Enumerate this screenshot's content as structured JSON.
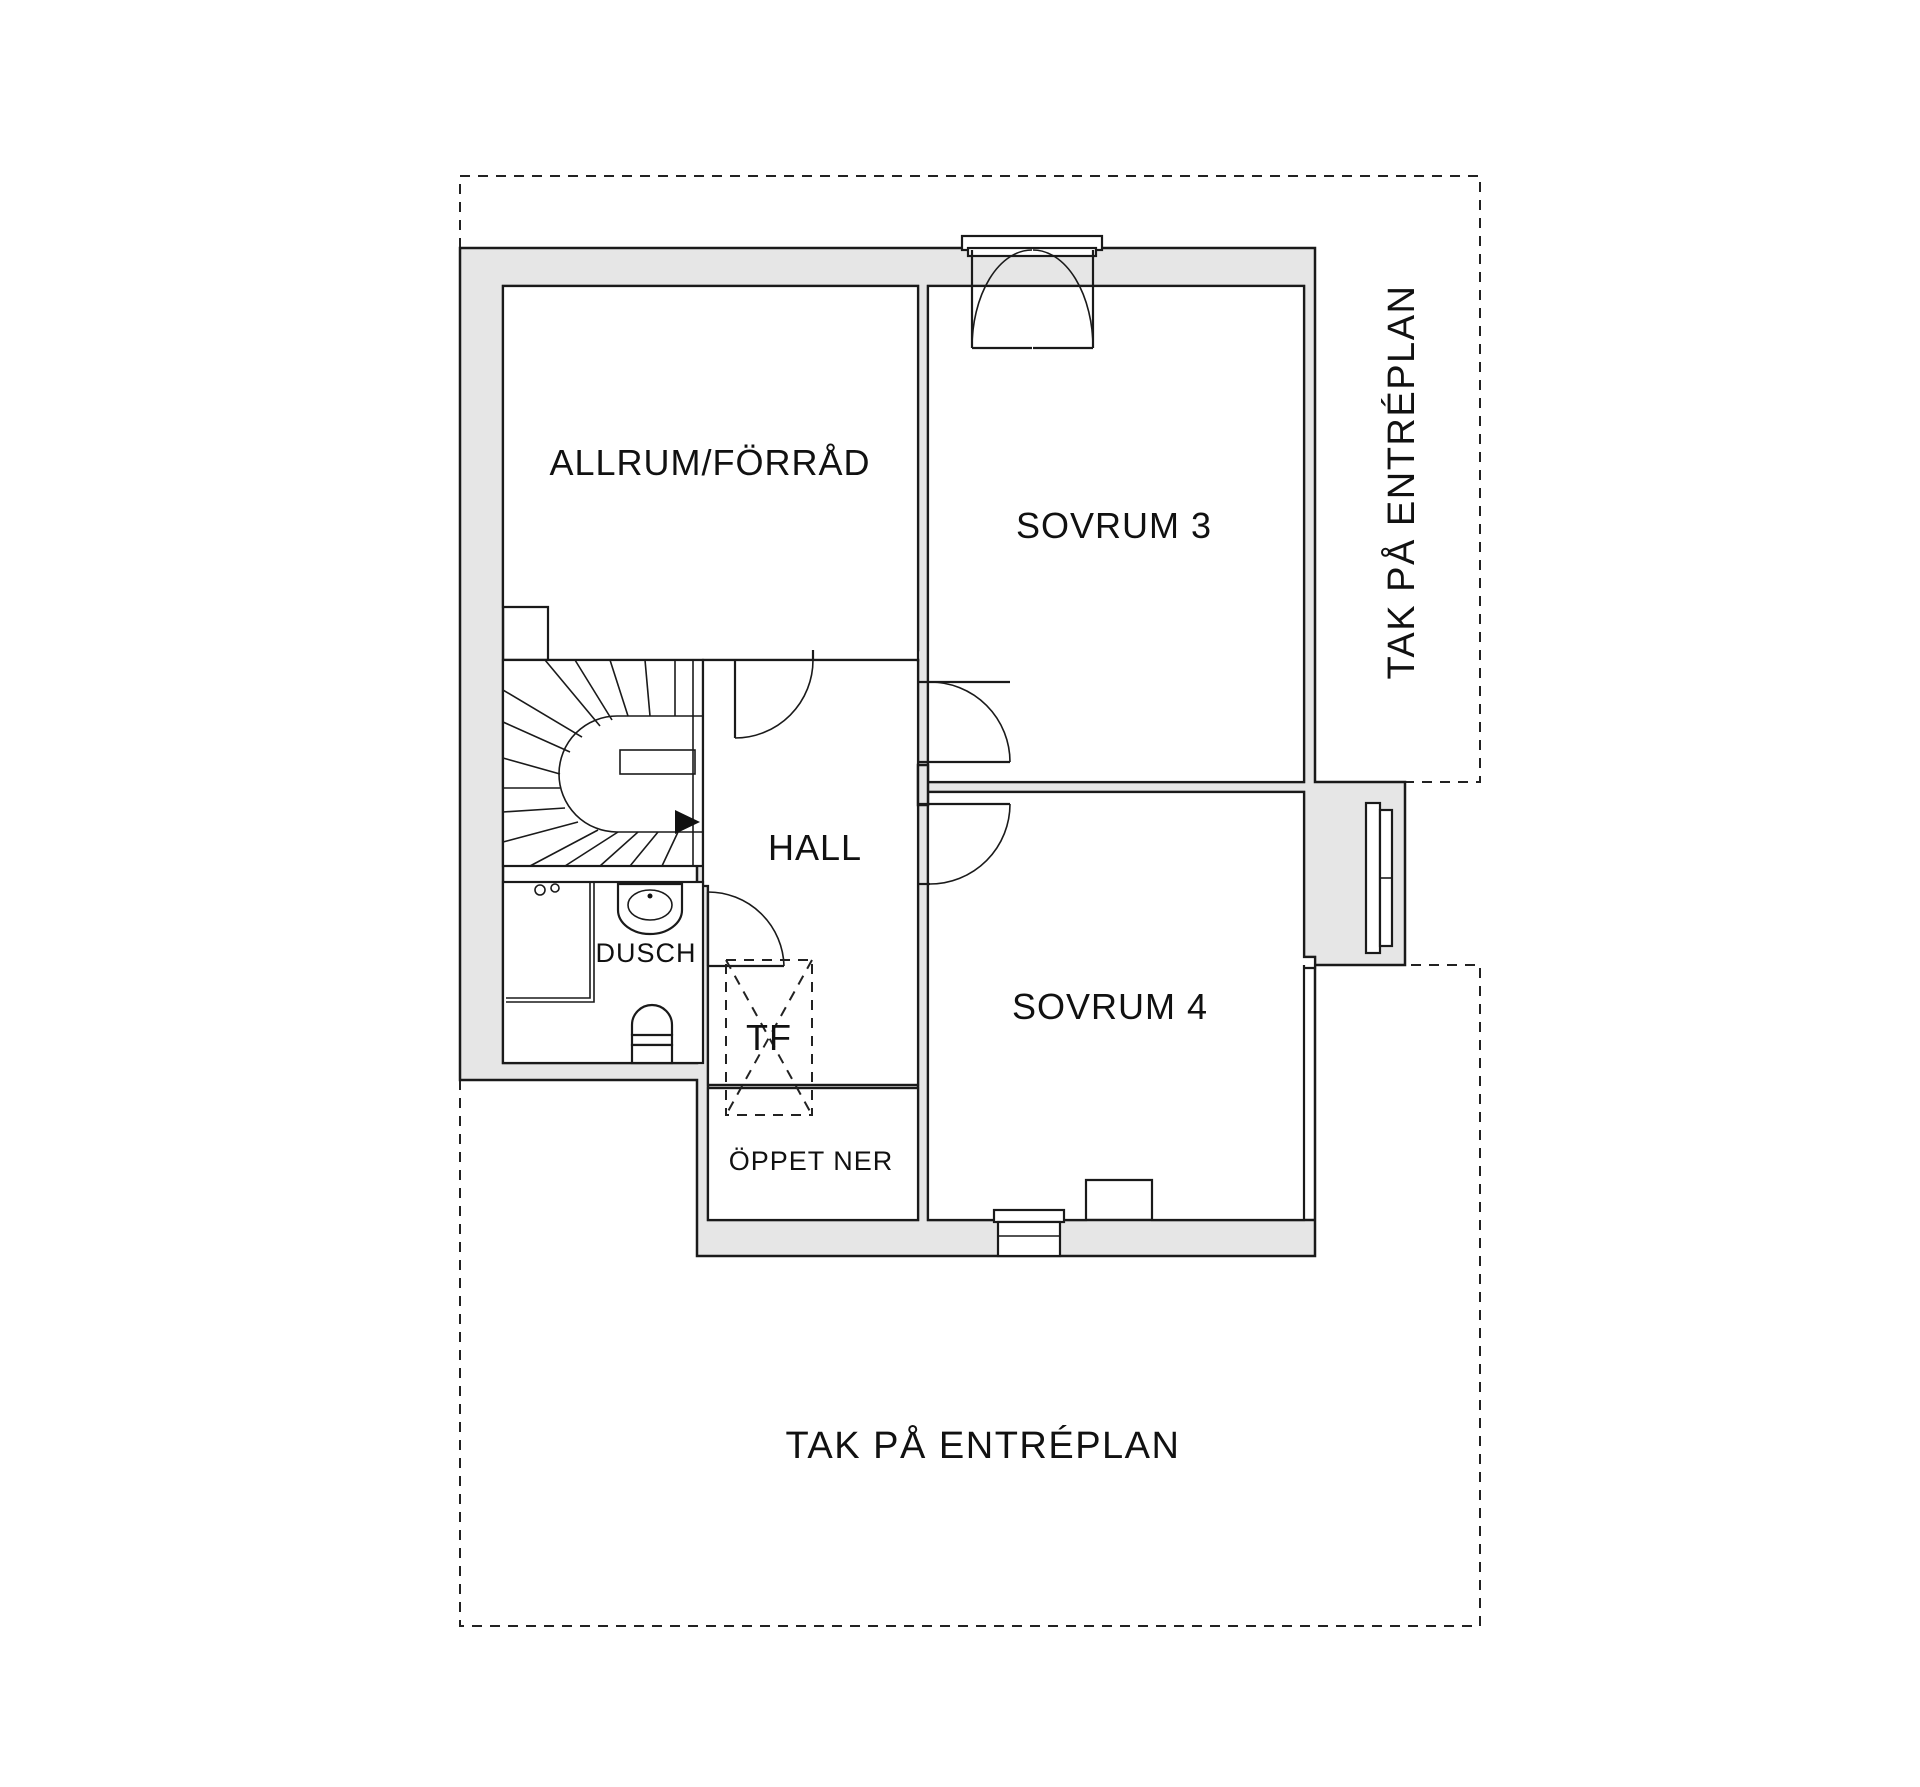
{
  "rooms": {
    "allrum": "ALLRUM/FÖRRÅD",
    "sovrum3": "SOVRUM 3",
    "sovrum4": "SOVRUM 4",
    "hall": "HALL",
    "dusch": "DUSCH",
    "tf": "TF",
    "oppet_ner": "ÖPPET NER"
  },
  "roof_labels": {
    "right": "TAK PÅ ENTRÉPLAN",
    "bottom": "TAK PÅ ENTRÉPLAN"
  },
  "colors": {
    "wall_fill": "#e6e6e6",
    "line": "#1a1a1a",
    "background": "#ffffff"
  },
  "icons": [
    "staircase-icon",
    "door-swing-icon",
    "window-icon",
    "sink-icon",
    "toilet-icon",
    "shower-icon"
  ]
}
